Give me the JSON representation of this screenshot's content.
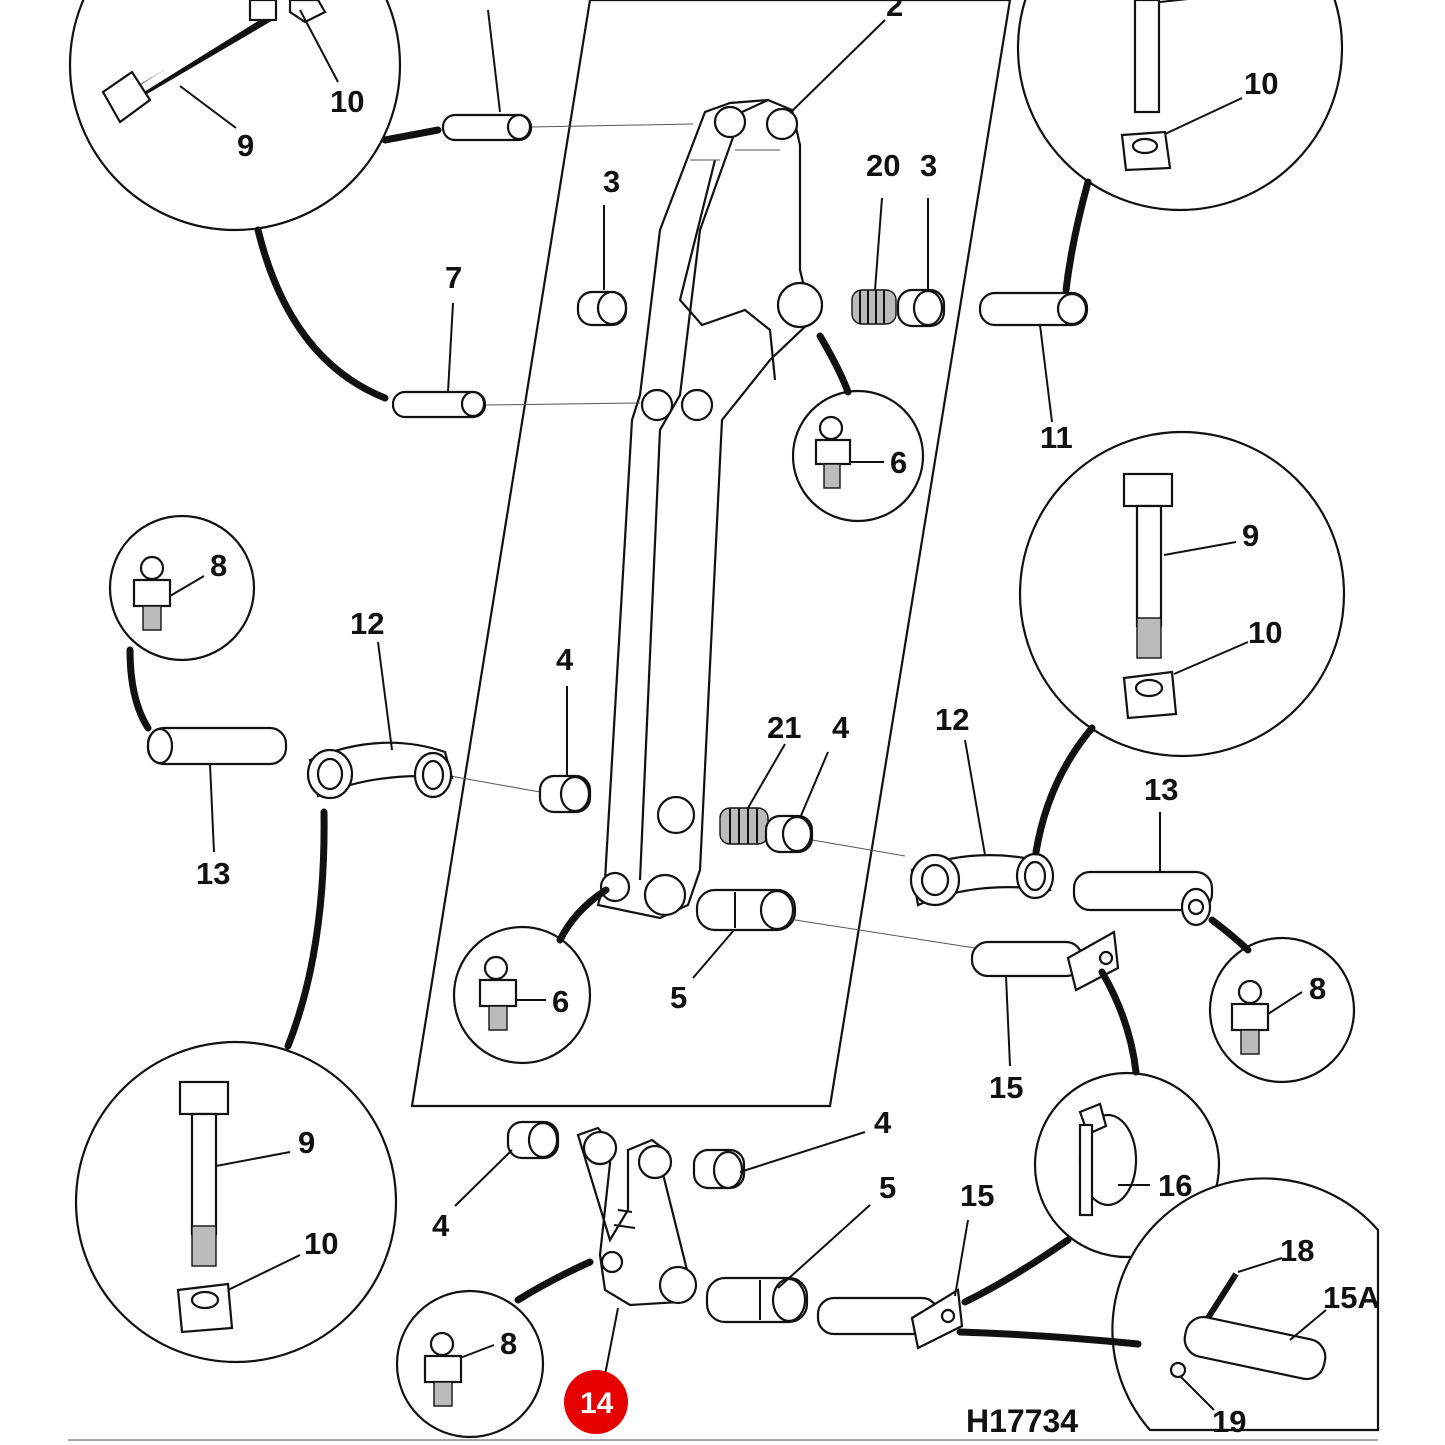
{
  "drawing": {
    "reference_code": "H17734",
    "highlight_color": "#e60000",
    "ink_color": "#111111"
  },
  "callouts": [
    {
      "id": "c1",
      "text": "10"
    },
    {
      "id": "c2",
      "text": "9"
    },
    {
      "id": "c3",
      "text": "2"
    },
    {
      "id": "c4",
      "text": "10"
    },
    {
      "id": "c5",
      "text": "3"
    },
    {
      "id": "c6",
      "text": "20"
    },
    {
      "id": "c7",
      "text": "3"
    },
    {
      "id": "c8",
      "text": "7"
    },
    {
      "id": "c9",
      "text": "6"
    },
    {
      "id": "c10",
      "text": "11"
    },
    {
      "id": "c11",
      "text": "9"
    },
    {
      "id": "c12",
      "text": "8"
    },
    {
      "id": "c13",
      "text": "12"
    },
    {
      "id": "c14",
      "text": "4"
    },
    {
      "id": "c15",
      "text": "10"
    },
    {
      "id": "c16",
      "text": "21"
    },
    {
      "id": "c17",
      "text": "4"
    },
    {
      "id": "c18",
      "text": "12"
    },
    {
      "id": "c19",
      "text": "13"
    },
    {
      "id": "c20",
      "text": "13"
    },
    {
      "id": "c21",
      "text": "6"
    },
    {
      "id": "c22",
      "text": "5"
    },
    {
      "id": "c23",
      "text": "8"
    },
    {
      "id": "c24",
      "text": "15"
    },
    {
      "id": "c25",
      "text": "9"
    },
    {
      "id": "c26",
      "text": "4"
    },
    {
      "id": "c27",
      "text": "10"
    },
    {
      "id": "c28",
      "text": "4"
    },
    {
      "id": "c29",
      "text": "5"
    },
    {
      "id": "c30",
      "text": "15"
    },
    {
      "id": "c31",
      "text": "16"
    },
    {
      "id": "c32",
      "text": "18"
    },
    {
      "id": "c33",
      "text": "15A"
    },
    {
      "id": "c34",
      "text": "8"
    },
    {
      "id": "c35",
      "text": "14",
      "highlighted": true
    },
    {
      "id": "c36",
      "text": "19"
    }
  ]
}
